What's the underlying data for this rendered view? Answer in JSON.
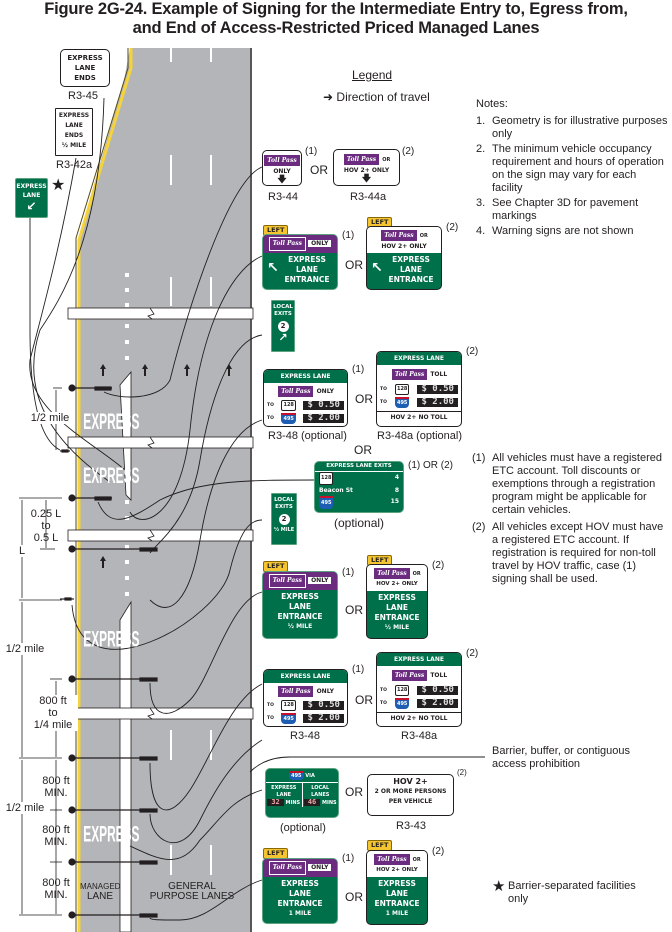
{
  "figure": {
    "title_line1": "Figure 2G-24.  Example of Signing for the Intermediate Entry to, Egress from,",
    "title_line2": "and End of Access-Restricted Priced Managed Lanes"
  },
  "legend": {
    "heading": "Legend",
    "direction_icon": "arrow-right-icon",
    "direction_label": "Direction of travel"
  },
  "notes": {
    "heading": "Notes:",
    "items": [
      {
        "num": "1.",
        "text": "Geometry is for illustrative purposes only"
      },
      {
        "num": "2.",
        "text": "The minimum vehicle occupancy requirement and hours of operation on the sign may vary for each facility"
      },
      {
        "num": "3.",
        "text": "See Chapter 3D for pavement markings"
      },
      {
        "num": "4.",
        "text": "Warning signs are not shown"
      }
    ]
  },
  "footnotes": [
    {
      "num": "(1)",
      "text": "All vehicles must have a registered ETC account.  Toll discounts or exemptions through a registration program might be applicable for certain vehicles."
    },
    {
      "num": "(2)",
      "text": "All vehicles except HOV must have a registered ETC account. If registration is required for non-toll travel by HOV traffic, case (1) signing shall be used."
    }
  ],
  "barrier_note": "Barrier, buffer, or contiguous access prohibition",
  "star_note": {
    "icon": "star-icon",
    "text": "Barrier-separated facilities only"
  },
  "or_label": "OR",
  "case1": "(1)",
  "case2": "(2)",
  "case12": "(1) OR (2)",
  "signs": {
    "r3_45": {
      "lines": [
        "EXPRESS",
        "LANE",
        "ENDS"
      ],
      "code": "R3-45"
    },
    "r3_42a": {
      "lines": [
        "EXPRESS",
        "LANE",
        "ENDS",
        "½ MILE"
      ],
      "code": "R3-42a"
    },
    "express_lane_arrow": {
      "lines": [
        "EXPRESS",
        "LANE"
      ],
      "arrow": "arrow-down-left-icon"
    },
    "r3_44": {
      "tollpass": "Toll Pass",
      "line": "ONLY",
      "arrow": "arrow-down-icon",
      "code": "R3-44"
    },
    "r3_44a": {
      "tollpass": "Toll Pass",
      "or": "OR",
      "line": "HOV 2+ ONLY",
      "arrow": "arrow-down-icon",
      "code": "R3-44a"
    },
    "entrance1": {
      "tab": "LEFT",
      "tollpass": "Toll Pass",
      "only": "ONLY",
      "lines": [
        "EXPRESS",
        "LANE",
        "ENTRANCE"
      ]
    },
    "entrance1a": {
      "tab": "LEFT",
      "tollpass": "Toll Pass",
      "or": "OR",
      "hov": "HOV 2+ ONLY",
      "lines": [
        "EXPRESS",
        "LANE",
        "ENTRANCE"
      ]
    },
    "local_exits_a": {
      "lines": [
        "LOCAL",
        "EXITS"
      ],
      "num": "2",
      "arrow": "arrow-up-right-icon"
    },
    "r3_48_opt": {
      "header": "EXPRESS LANE",
      "tollpass": "Toll Pass",
      "mode": "ONLY",
      "rows": [
        {
          "to": "TO",
          "route": "128",
          "price": "$ 0.50"
        },
        {
          "to": "TO",
          "route": "495",
          "price": "$ 2.00"
        }
      ],
      "code": "R3-48 (optional)"
    },
    "r3_48a_opt": {
      "header": "EXPRESS LANE",
      "tollpass": "Toll Pass",
      "mode": "TOLL",
      "rows": [
        {
          "to": "TO",
          "route": "128",
          "price": "$ 0.50"
        },
        {
          "to": "TO",
          "route": "495",
          "price": "$ 2.00"
        }
      ],
      "footer": "HOV 2+ NO TOLL",
      "code": "R3-48a (optional)"
    },
    "exits_list": {
      "header": "EXPRESS LANE EXITS",
      "rows": [
        {
          "name": "128",
          "num": "4"
        },
        {
          "name": "Beacon St",
          "num": "8"
        },
        {
          "name": "495",
          "num": "15"
        }
      ],
      "code": "(optional)"
    },
    "local_exits_b": {
      "lines": [
        "LOCAL",
        "EXITS"
      ],
      "num": "2",
      "dist": "½ MILE"
    },
    "entrance_half": {
      "tab": "LEFT",
      "tollpass": "Toll Pass",
      "only": "ONLY",
      "lines": [
        "EXPRESS",
        "LANE",
        "ENTRANCE",
        "½  MILE"
      ]
    },
    "entrance_half_a": {
      "tab": "LEFT",
      "tollpass": "Toll Pass",
      "or": "OR",
      "hov": "HOV 2+ ONLY",
      "lines": [
        "EXPRESS",
        "LANE",
        "ENTRANCE",
        "½  MILE"
      ]
    },
    "r3_48": {
      "code": "R3-48"
    },
    "r3_48a": {
      "code": "R3-48a"
    },
    "travel_time": {
      "route": "495",
      "via": "VIA",
      "left": [
        "EXPRESS",
        "LANE"
      ],
      "left_time": "32",
      "right": [
        "LOCAL",
        "LANES"
      ],
      "right_time": "46",
      "unit": "MINS",
      "code": "(optional)"
    },
    "r3_43": {
      "lines": [
        "HOV 2+",
        "2 OR MORE PERSONS",
        "PER VEHICLE"
      ],
      "code": "R3-43"
    },
    "entrance_mile": {
      "tab": "LEFT",
      "tollpass": "Toll Pass",
      "only": "ONLY",
      "lines": [
        "EXPRESS",
        "LANE",
        "ENTRANCE",
        "1  MILE"
      ]
    },
    "entrance_mile_a": {
      "tab": "LEFT",
      "tollpass": "Toll Pass",
      "or": "OR",
      "hov": "HOV 2+ ONLY",
      "lines": [
        "EXPRESS",
        "LANE",
        "ENTRANCE",
        "1  MILE"
      ]
    }
  },
  "road": {
    "pavement_word": "EXPRESS",
    "managed_lane_label": [
      "MANAGED",
      "LANE"
    ],
    "general_lanes_label": [
      "GENERAL",
      "PURPOSE LANES"
    ],
    "colors": {
      "pavement": "#b3b5b8",
      "edge_line": "#f5d33a",
      "sign_green": "#00704a",
      "toll_purple": "#6b2c80",
      "left_tab": "#f5c431"
    }
  },
  "dimensions": {
    "d1": "1/2 mile",
    "d2": [
      "0.25 L",
      "to",
      "0.5 L"
    ],
    "d3": "L",
    "d4": "1/2 mile",
    "d5": [
      "800 ft",
      "to",
      "1/4 mile"
    ],
    "d6": [
      "800 ft",
      "MIN."
    ],
    "d7": "1/2 mile",
    "d8": [
      "800 ft",
      "MIN."
    ],
    "d9": [
      "800 ft",
      "MIN."
    ]
  }
}
